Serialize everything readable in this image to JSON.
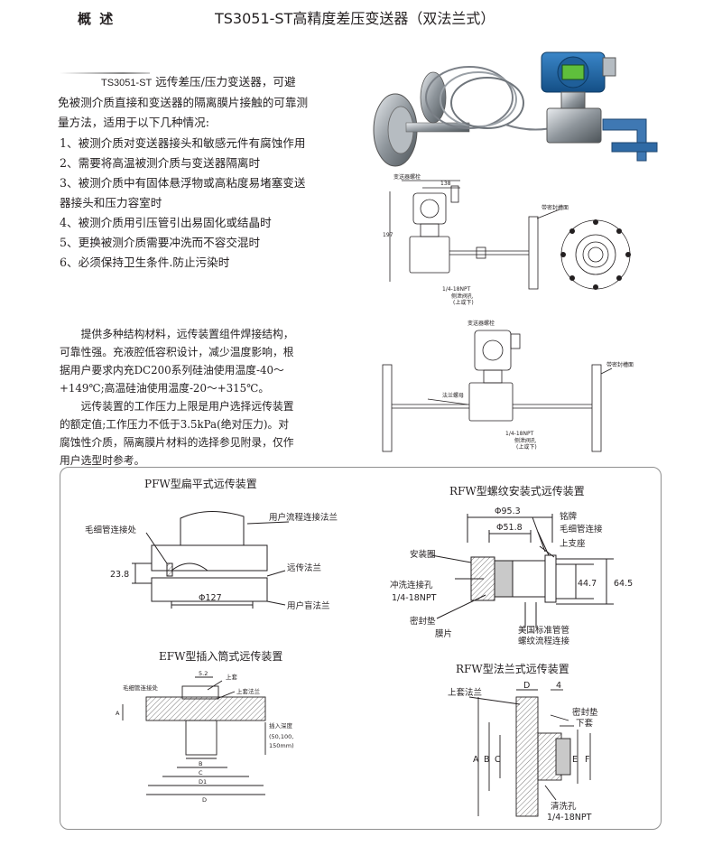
{
  "header": {
    "section_label": "概 述",
    "title": "TS3051-ST高精度差压变送器（双法兰式）"
  },
  "intro": {
    "lead_model": "TS3051-ST",
    "line1": " 远传差压/压力变送器，可避",
    "line2": "免被测介质直接和变送器的隔离膜片接触的可靠测",
    "line3": "量方法，适用于以下几种情况:"
  },
  "conditions": [
    "1、被测介质对变送器接头和敏感元件有腐蚀作用",
    "2、需要将高温被测介质与变送器隔离时",
    "3、被测介质中有固体悬浮物或高粘度易堵塞变送",
    "器接头和压力容室时",
    "4、被测介质用引压管引出易固化或结晶时",
    "5、更换被测介质需要冲洗而不容交混时",
    "6、必须保持卫生条件.防止污染时"
  ],
  "description": {
    "p1_lines": [
      "提供多种结构材料，远传装置组件焊接结构，",
      "可靠性强。充液腔低容积设计，减少温度影响，根",
      "据用户要求内充DC200系列硅油使用温度-40～",
      "+149℃;高温硅油使用温度-20～+315℃。"
    ],
    "p2_lines": [
      "远传装置的工作压力上限是用户选择远传装置",
      "的额定值;工作压力不低于3.5kPa(绝对压力)。对",
      "腐蚀性介质，隔离膜片材料的选择参见附录，仅作",
      "用户选型时参考。"
    ]
  },
  "drawing1": {
    "label_top": "变送器螺栓",
    "dim_138": "138",
    "dim_197": "197",
    "label_flange": "带密封槽面",
    "label_npt": "1/4-18NPT",
    "label_port": "侧泄阀孔",
    "label_port2": "(上或下)"
  },
  "drawing2": {
    "label_top": "变送器螺栓",
    "label_mid": "法兰螺母",
    "label_flange": "带密封槽面",
    "label_npt": "1/4-18NPT",
    "label_port": "侧泄阀孔",
    "label_port2": "(上或下)"
  },
  "pfw": {
    "title": "PFW型扁平式远传装置",
    "capillary": "毛细管连接处",
    "user_flange": "用户流程连接法兰",
    "remote_flange": "远传法兰",
    "user_blind": "用户盲法兰",
    "dim_thickness": "23.8",
    "dim_dia": "Φ127"
  },
  "rfw_thread": {
    "title": "RFW型螺纹安装式远传装置",
    "dim_outer": "Φ95.3",
    "dim_inner": "Φ51.8",
    "nameplate": "铭牌",
    "capillary": "毛细管连接",
    "upper_seat": "上支座",
    "install_ring": "安装圈",
    "flush_port": "冲洗连接孔",
    "flush_npt": "1/4-18NPT",
    "dim_h1": "44.7",
    "dim_h2": "64.5",
    "gasket": "密封垫",
    "diaphragm": "膜片",
    "us_std": "美国标准管管",
    "thread_conn": "螺纹流程连接"
  },
  "efw": {
    "title": "EFW型插入筒式远传装置",
    "capillary": "毛细管连接处",
    "dim_52": "5.2",
    "upper_sleeve": "上套",
    "upper_flange": "上套法兰",
    "insert_depth": "插入深度",
    "depth_vals": "(50,100,",
    "depth_150": "150mm)",
    "dim_a": "A",
    "dim_b": "B",
    "dim_c": "C",
    "dim_d1": "D1",
    "dim_d": "D"
  },
  "rfw_flange": {
    "title": "RFW型法兰式远传装置",
    "upper_flange": "上套法兰",
    "dim_d": "D",
    "dim_4": "4",
    "gasket": "密封垫",
    "lower_sleeve": "下套",
    "dim_a": "A",
    "dim_b": "B",
    "dim_c": "C",
    "dim_e": "E",
    "dim_f": "F",
    "flush_port": "清洗孔",
    "flush_npt": "1/4-18NPT"
  }
}
